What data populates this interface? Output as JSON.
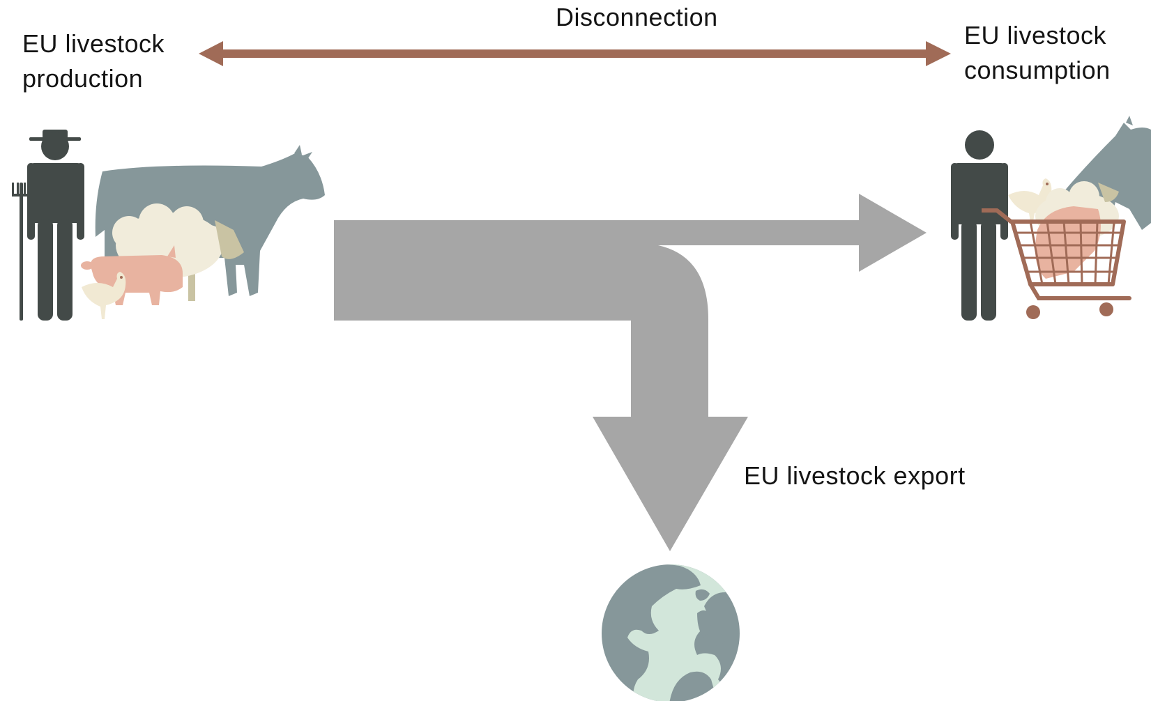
{
  "labels": {
    "disconnection": "Disconnection",
    "production_line1": "EU livestock",
    "production_line2": "production",
    "consumption_line1": "EU livestock",
    "consumption_line2": "consumption",
    "export": "EU livestock export"
  },
  "colors": {
    "disconnection_arrow": "#a06b57",
    "flow_arrow": "#a6a6a6",
    "person": "#434a48",
    "cow": "#86979a",
    "sheep_wool": "#f1ecdb",
    "sheep_face": "#c9c3a3",
    "pig": "#e8b3a0",
    "chicken": "#f1e9d3",
    "cart": "#a06b57",
    "globe_ocean": "#86979a",
    "globe_land": "#d2e6da"
  },
  "icons": [
    "farmer-icon",
    "cow-icon",
    "sheep-icon",
    "pig-icon",
    "chicken-icon",
    "consumer-icon",
    "shopping-cart-icon",
    "globe-icon"
  ]
}
